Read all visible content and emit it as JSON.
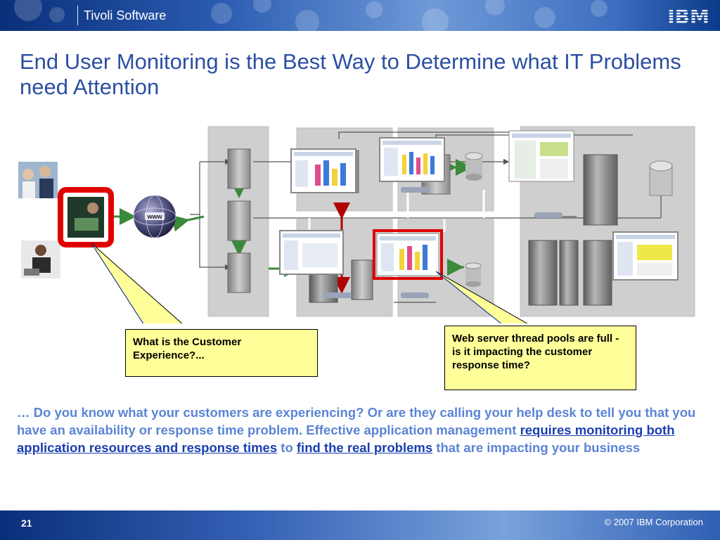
{
  "header": {
    "brand": "Tivoli Software",
    "logo": "IBM"
  },
  "title": "End User Monitoring is the Best Way to Determine what IT Problems need Attention",
  "callouts": {
    "customer": "What is the Customer Experience?...",
    "webserver": "Web server thread pools are full - is it impacting the customer response time?"
  },
  "body": {
    "part1": "… Do you know what your customers are experiencing? Or are they calling your help desk to tell you that you have an availability or response time problem.  Effective application management ",
    "link1": "requires monitoring both application resources and response times",
    "part2": " to ",
    "link2": "find the real problems",
    "part3": " that are impacting your business"
  },
  "footer": {
    "page": "21",
    "copyright": "© 2007 IBM Corporation"
  },
  "colors": {
    "title": "#2c4fa3",
    "body": "#5b84d6",
    "link": "#1a3fb0",
    "callout": "#ffff99",
    "highlight": "#e00000"
  }
}
